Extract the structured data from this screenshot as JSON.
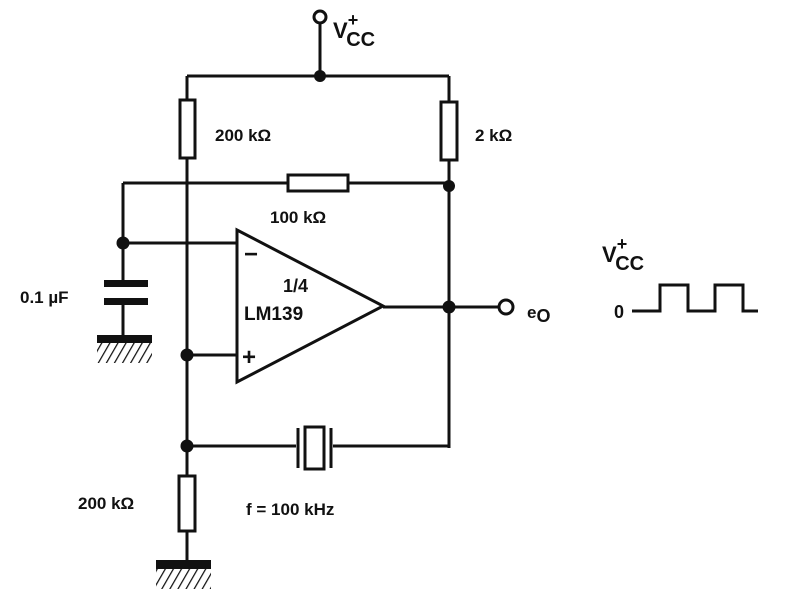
{
  "supply": {
    "label": "V",
    "sup": "+",
    "sub": "CC"
  },
  "components": {
    "r_top_left": "200 kΩ",
    "r_top_right": "2 kΩ",
    "r_feedback": "100 kΩ",
    "capacitor": "0.1 µF",
    "r_bottom": "200 kΩ",
    "crystal": "f = 100 kHz"
  },
  "opamp": {
    "line1": "1/4",
    "line2": "LM139",
    "minus": "−",
    "plus": "+"
  },
  "output": {
    "label": "e",
    "sub": "O"
  },
  "waveform": {
    "high_label": "V",
    "high_sup": "+",
    "high_sub": "CC",
    "low_label": "0"
  }
}
